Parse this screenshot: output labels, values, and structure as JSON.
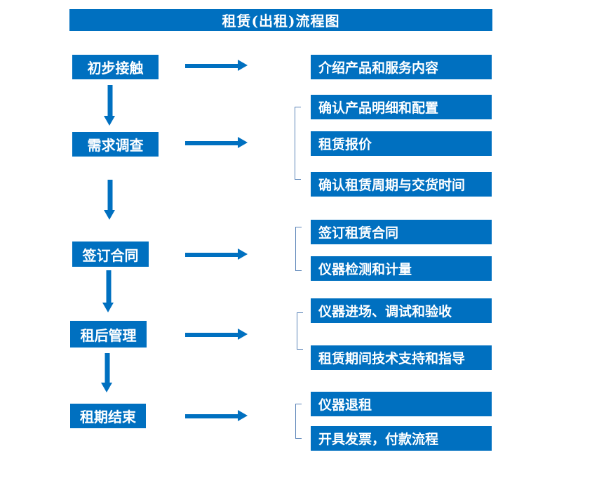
{
  "title": "租赁(出租)流程图",
  "colors": {
    "primary_blue": "#0070C0",
    "bracket_blue": "#5B84B8",
    "text_white": "#FFFFFF",
    "background": "#FFFFFF"
  },
  "flow": {
    "steps": [
      {
        "label": "初步接触"
      },
      {
        "label": "需求调查"
      },
      {
        "label": "签订合同"
      },
      {
        "label": "租后管理"
      },
      {
        "label": "租期结束"
      }
    ],
    "details": [
      {
        "step": "初步接触",
        "items": [
          "介绍产品和服务内容"
        ]
      },
      {
        "step": "需求调查",
        "items": [
          "确认产品明细和配置",
          "租赁报价",
          "确认租赁周期与交货时间"
        ]
      },
      {
        "step": "签订合同",
        "items": [
          "签订租赁合同",
          "仪器检测和计量"
        ]
      },
      {
        "step": "租后管理",
        "items": [
          "仪器进场、调试和验收",
          "租赁期间技术支持和指导"
        ]
      },
      {
        "step": "租期结束",
        "items": [
          "仪器退租",
          "开具发票，付款流程"
        ]
      }
    ]
  }
}
